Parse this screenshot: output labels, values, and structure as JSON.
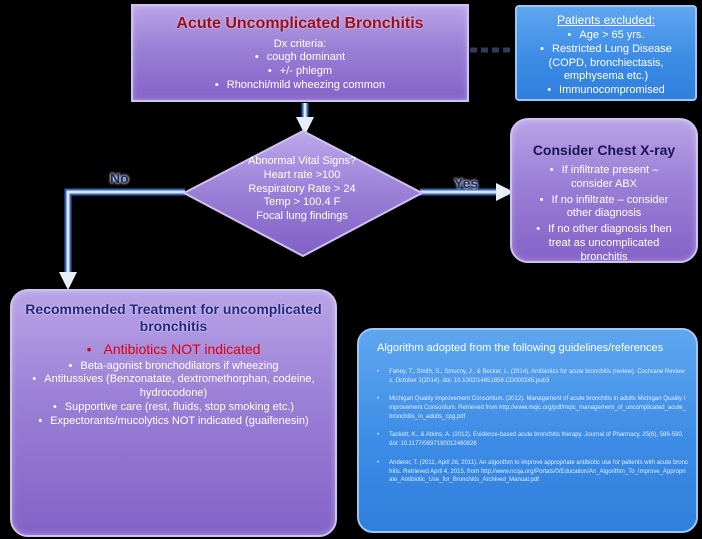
{
  "acute": {
    "title": "Acute Uncomplicated Bronchitis",
    "criteria_heading": "Dx criteria:",
    "criteria": [
      "cough dominant",
      "+/- phlegm",
      "Rhonchi/mild wheezing common"
    ]
  },
  "excluded": {
    "title": "Patients excluded:",
    "items": [
      "Age > 65 yrs.",
      "Restricted Lung Disease (COPD, bronchiectasis, emphysema etc.)",
      "Immunocompromised"
    ]
  },
  "decision": {
    "lines": [
      "Abnormal Vital Signs?",
      "Heart rate >100",
      "Respiratory Rate > 24",
      "Temp > 100.4 F",
      "Focal lung findings"
    ],
    "no_label": "No",
    "yes_label": "Yes"
  },
  "xray": {
    "title": "Consider Chest X-ray",
    "items": [
      "If infiltrate present – consider ABX",
      "If no infiltrate – consider other diagnosis",
      "If no other diagnosis then treat as uncomplicated bronchitis"
    ]
  },
  "treatment": {
    "title": "Recommended Treatment for uncomplicated bronchitis",
    "main": "Antibiotics  NOT indicated",
    "items": [
      "Beta-agonist bronchodilators if wheezing",
      "Antitussives (Benzonatate, dextromethorphan,  codeine, hydrocodone)",
      "Supportive  care (rest, fluids, stop smoking etc.)",
      "Expectorants/mucolytics NOT indicated (guaifenesin)"
    ]
  },
  "guidelines": {
    "title": "Algorithm adopted from the following guidelines/references",
    "refs": [
      "Fahey, T., Smith, S., Smucny, J., & Becker, L. (2014). Antibiotics for acute bronchitis (review). Cochrane Reviews, October 1(2014). doi: 10.1002/14651858.CD000245.pub3",
      "Michigan Quality Improvement Consortium. (2012). Management of acute bronchitis in adults Michigan Quality Improvement Consortium. Retrieved from http://www.mqic.org/pdf/mqic_management_of_uncomplicated_acute_bronchitis_in_adults_cpg.pdf",
      "Tackett, K., & Atkins, A. (2012). Evidence-based acute bronchitis therapy. Journal of Pharmacy, 25(6), 586-590. doi: 10.1177/0897190012460826",
      "Anderer, T. (2011, April 26, 2011). An algorithm to improve appropriate antibiotic use for patients with acute bronchitis.   Retrieved April 4, 2015, from http://www.ncqa.org/Portals/0/Education/An_Algorithm_To_Improve_Appropriate_Antibiotic_Use_for_Bronchitis_Archived_Manual.pdf"
    ]
  },
  "colors": {
    "box_purple": "#9a7fd6",
    "box_blue": "#3d8ce6",
    "connector_blue": "#2f64b8",
    "title_red": "#9c0e1a",
    "alert_red": "#e00010"
  }
}
